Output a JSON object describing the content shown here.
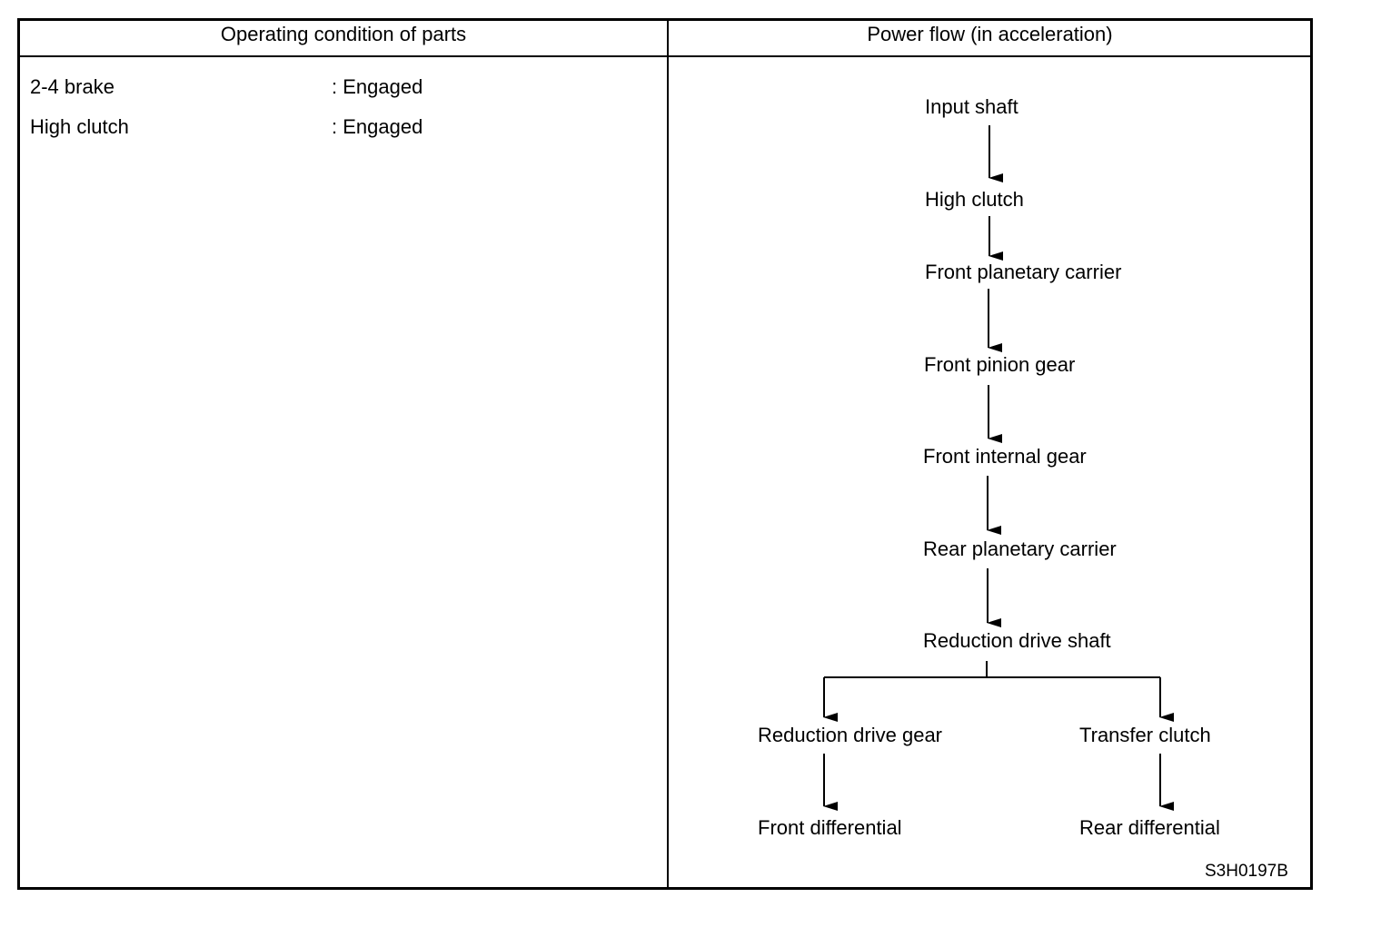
{
  "headers": {
    "left": "Operating condition of parts",
    "right": "Power flow (in acceleration)"
  },
  "conditions": [
    {
      "part": "2-4 brake",
      "state": ": Engaged"
    },
    {
      "part": "High clutch",
      "state": ": Engaged"
    }
  ],
  "flow": {
    "main": [
      "Input shaft",
      "High clutch",
      "Front planetary carrier",
      "Front pinion gear",
      "Front internal gear",
      "Rear planetary carrier",
      "Reduction drive shaft"
    ],
    "left_branch": [
      "Reduction drive gear",
      "Front differential"
    ],
    "right_branch": [
      "Transfer clutch",
      "Rear differential"
    ]
  },
  "figure_code": "S3H0197B"
}
